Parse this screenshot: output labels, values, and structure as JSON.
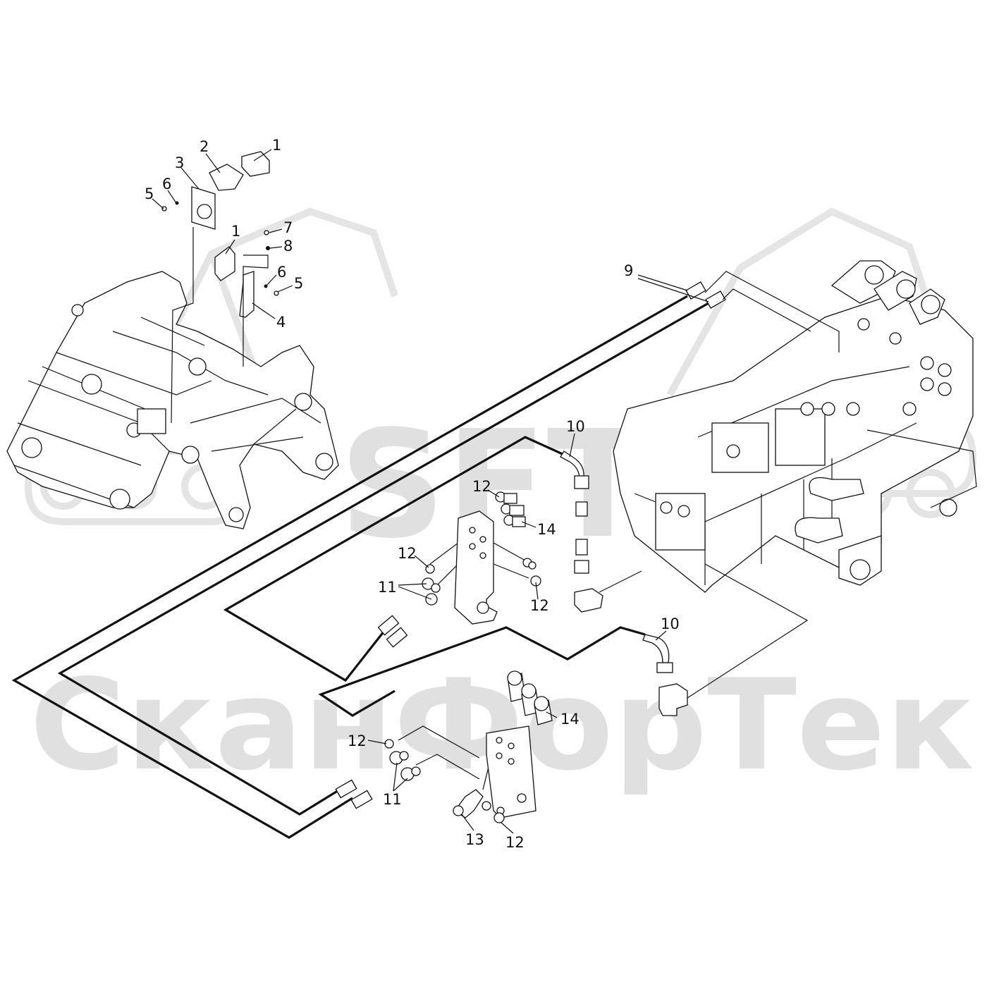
{
  "watermark": {
    "logo_text": "SFT",
    "brand_text": "СканФорТек"
  },
  "callouts": [
    {
      "id": "c1a",
      "label": "1"
    },
    {
      "id": "c2",
      "label": "2"
    },
    {
      "id": "c3",
      "label": "3"
    },
    {
      "id": "c5a",
      "label": "5"
    },
    {
      "id": "c6a",
      "label": "6"
    },
    {
      "id": "c1b",
      "label": "1"
    },
    {
      "id": "c7",
      "label": "7"
    },
    {
      "id": "c8",
      "label": "8"
    },
    {
      "id": "c6b",
      "label": "6"
    },
    {
      "id": "c5b",
      "label": "5"
    },
    {
      "id": "c4",
      "label": "4"
    },
    {
      "id": "c9",
      "label": "9"
    },
    {
      "id": "c10a",
      "label": "10"
    },
    {
      "id": "c12a",
      "label": "12"
    },
    {
      "id": "c14a",
      "label": "14"
    },
    {
      "id": "c12b",
      "label": "12"
    },
    {
      "id": "c11a",
      "label": "11"
    },
    {
      "id": "c12c",
      "label": "12"
    },
    {
      "id": "c10b",
      "label": "10"
    },
    {
      "id": "c14b",
      "label": "14"
    },
    {
      "id": "c12d",
      "label": "12"
    },
    {
      "id": "c11b",
      "label": "11"
    },
    {
      "id": "c13",
      "label": "13"
    },
    {
      "id": "c12e",
      "label": "12"
    }
  ]
}
